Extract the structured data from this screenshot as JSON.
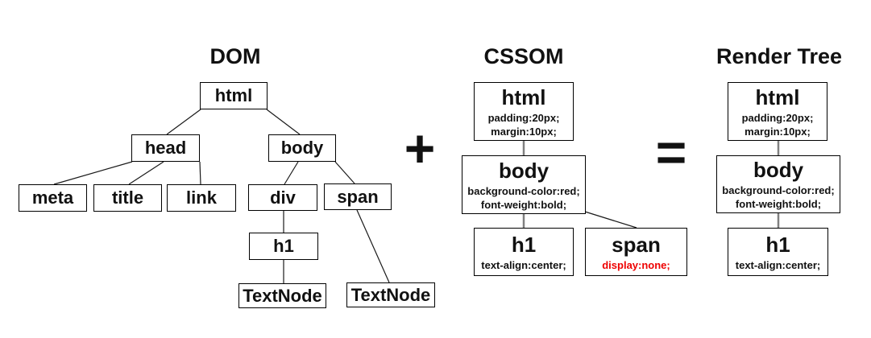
{
  "colors": {
    "highlight_red": "#ee0000",
    "edge_gray": "#808080",
    "edge_black": "#1a1a1a",
    "box_border": "#000000",
    "text": "#111111"
  },
  "operators": {
    "plus": "+",
    "equals": "="
  },
  "dom": {
    "title": "DOM",
    "nodes": {
      "html": {
        "label": "html"
      },
      "head": {
        "label": "head"
      },
      "body": {
        "label": "body"
      },
      "meta": {
        "label": "meta"
      },
      "title_el": {
        "label": "title"
      },
      "link": {
        "label": "link"
      },
      "div": {
        "label": "div"
      },
      "span": {
        "label": "span"
      },
      "h1": {
        "label": "h1"
      },
      "textnode1": {
        "label": "TextNode"
      },
      "textnode2": {
        "label": "TextNode"
      }
    }
  },
  "cssom": {
    "title": "CSSOM",
    "nodes": {
      "html": {
        "label": "html",
        "props": [
          "padding:20px;",
          "margin:10px;"
        ]
      },
      "body": {
        "label": "body",
        "props": [
          "background-color:red;",
          "font-weight:bold;"
        ]
      },
      "h1": {
        "label": "h1",
        "props": [
          "text-align:center;"
        ]
      },
      "span": {
        "label": "span",
        "props": [
          "display:none;"
        ],
        "highlight": true
      }
    }
  },
  "render_tree": {
    "title": "Render Tree",
    "nodes": {
      "html": {
        "label": "html",
        "props": [
          "padding:20px;",
          "margin:10px;"
        ]
      },
      "body": {
        "label": "body",
        "props": [
          "background-color:red;",
          "font-weight:bold;"
        ]
      },
      "h1": {
        "label": "h1",
        "props": [
          "text-align:center;"
        ]
      }
    }
  }
}
